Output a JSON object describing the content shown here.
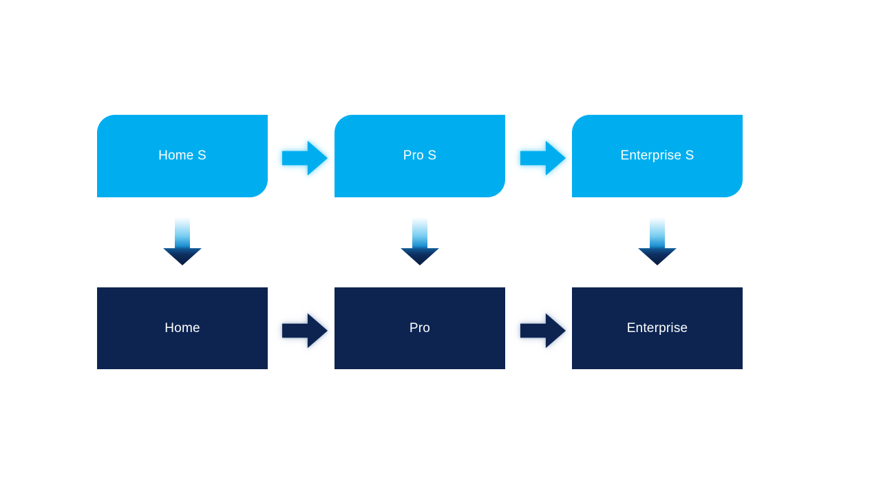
{
  "colors": {
    "background": "#FFFFFF",
    "node_top_fill": "#00AEEF",
    "node_bottom_fill": "#0D2451",
    "arrow_light": "#00AEEF",
    "arrow_dark": "#0D2451",
    "text": "#FFFFFF"
  },
  "diagram": {
    "type": "flow-diagram",
    "columns": [
      {
        "top_label": "Home S",
        "bottom_label": "Home"
      },
      {
        "top_label": "Pro S",
        "bottom_label": "Pro"
      },
      {
        "top_label": "Enterprise S",
        "bottom_label": "Enterprise"
      }
    ],
    "arrows": {
      "top_row_direction": "right",
      "bottom_row_direction": "right",
      "vertical_direction": "down",
      "vertical_style": "gradient-light-to-dark"
    }
  }
}
